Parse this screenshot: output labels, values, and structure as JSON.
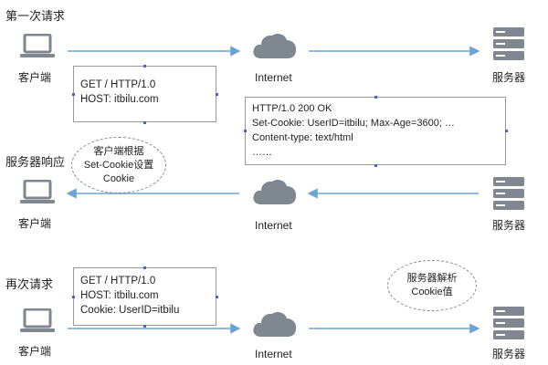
{
  "sections": {
    "first_request": "第一次请求",
    "server_response": "服务器响应",
    "second_request": "再次请求"
  },
  "nodes": {
    "client": "客户端",
    "internet": "Internet",
    "server": "服务器"
  },
  "request1": {
    "line1": "GET / HTTP/1.0",
    "line2": "HOST: itbilu.com"
  },
  "response": {
    "line1": "HTTP/1.0 200 OK",
    "line2": "Set-Cookie: UserID=itbilu; Max-Age=3600; …",
    "line3": "Content-type: text/html",
    "line4": "……"
  },
  "client_note": {
    "line1": "客户端根据",
    "line2": "Set-Cookie设置",
    "line3": "Cookie"
  },
  "request2": {
    "line1": "GET / HTTP/1.0",
    "line2": "HOST: itbilu.com",
    "line3": "Cookie: UserID=itbilu"
  },
  "server_note": {
    "line1": "服务器解析",
    "line2": "Cookie值"
  },
  "colors": {
    "arrow": "#6aa3d8",
    "icon": "#7f8791",
    "dot": "#4a63c8"
  }
}
